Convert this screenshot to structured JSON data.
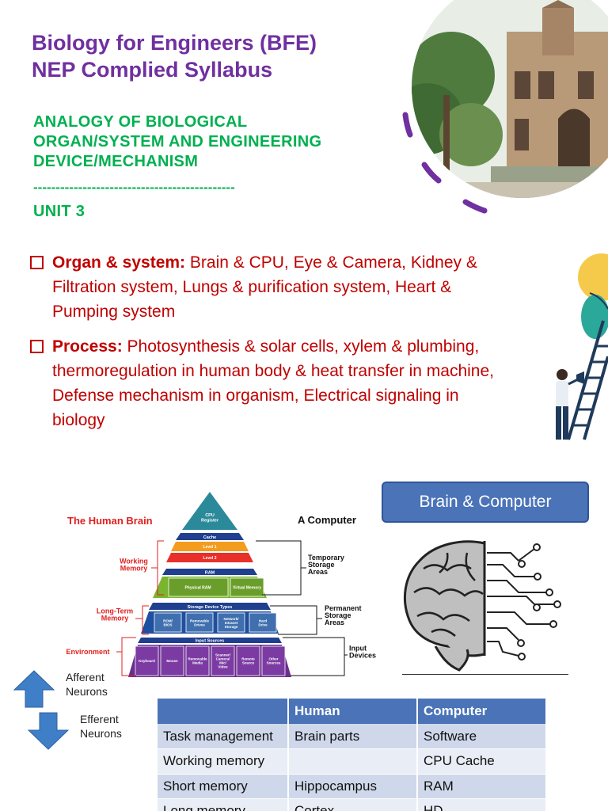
{
  "header": {
    "title_line1": "Biology for Engineers (BFE)",
    "title_line2": "NEP Complied Syllabus",
    "subtitle_line1": "ANALOGY OF BIOLOGICAL",
    "subtitle_line2": "ORGAN/SYSTEM AND ENGINEERING",
    "subtitle_line3": "DEVICE/MECHANISM",
    "divider": "---------------------------------------------",
    "unit": "UNIT 3"
  },
  "bullets": [
    {
      "label": "Organ & system:",
      "text": " Brain & CPU, Eye & Camera, Kidney & Filtration system, Lungs & purification system, Heart & Pumping system"
    },
    {
      "label": "Process:",
      "text": " Photosynthesis & solar cells, xylem & plumbing, thermoregulation in human body & heat transfer in machine, Defense mechanism in organism, Electrical signaling in biology"
    }
  ],
  "button": {
    "label": "Brain & Computer"
  },
  "pyramid": {
    "left_title": "The Human Brain",
    "right_title": "A Computer",
    "left_labels": {
      "working": "Working\nMemory",
      "longterm": "Long-Term\nMemory",
      "environment": "Environment"
    },
    "right_labels": {
      "temporary": "Temporary\nStorage\nAreas",
      "permanent": "Permanent\nStorage\nAreas",
      "input": "Input\nDevices"
    },
    "top": "CPU\nRegister",
    "cache": "Cache",
    "level1": "Level 1",
    "level2": "Level 2",
    "ram": "RAM",
    "physical_ram": "Physical RAM",
    "virtual_memory": "Virtual Memory",
    "storage_types": "Storage Device Types",
    "storage_items": [
      "ROM/\nBIOS",
      "Removable\nDrives",
      "Network/\nIntranet\nStorage",
      "Hard\nDrive"
    ],
    "input_sources": "Input Sources",
    "input_items": [
      "Keyboard",
      "Mouse",
      "Removable\nMedia",
      "Scanner/\nCamera/\nMic/\nVideo",
      "Remote\nSource",
      "Other\nSources"
    ]
  },
  "neurons": {
    "afferent": "Afferent\nNeurons",
    "efferent": "Efferent\nNeurons"
  },
  "table": {
    "headers": [
      "",
      "Human",
      "Computer"
    ],
    "rows": [
      [
        "Task management",
        "Brain parts",
        "Software"
      ],
      [
        "Working memory",
        "",
        "CPU Cache"
      ],
      [
        "Short memory",
        "Hippocampus",
        "RAM"
      ],
      [
        "Long memory",
        "Cortex",
        "HD"
      ]
    ]
  },
  "colors": {
    "purple": "#7030a0",
    "green": "#00b050",
    "red": "#c00000",
    "blue": "#4a73b8",
    "pyr_teal": "#2a8a9a",
    "pyr_orange": "#f39c1e",
    "pyr_red": "#e8302a",
    "pyr_green": "#7ab530",
    "pyr_navy": "#1f3f8f",
    "pyr_purple": "#6a2f8e"
  }
}
